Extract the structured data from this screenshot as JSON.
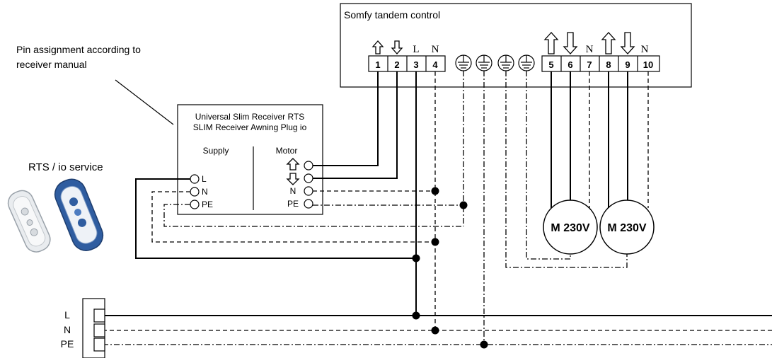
{
  "controller": {
    "title": "Somfy tandem control",
    "terminals": [
      "1",
      "2",
      "3",
      "4",
      "5",
      "6",
      "7",
      "8",
      "9",
      "10"
    ],
    "marks": {
      "L": "L",
      "N": "N"
    }
  },
  "annotation": {
    "line1": "Pin assignment according to",
    "line2": "receiver manual"
  },
  "receiver": {
    "title1": "Universal Slim Receiver RTS",
    "title2": "SLIM Receiver Awning Plug io",
    "supply_label": "Supply",
    "motor_label": "Motor",
    "supply_pins": [
      "L",
      "N",
      "PE"
    ],
    "motor_pins": [
      "N",
      "PE"
    ]
  },
  "remote": {
    "label": "RTS / io service"
  },
  "motors": [
    "M 230V",
    "M 230V"
  ],
  "mains": {
    "labels": [
      "L",
      "N",
      "PE"
    ]
  }
}
